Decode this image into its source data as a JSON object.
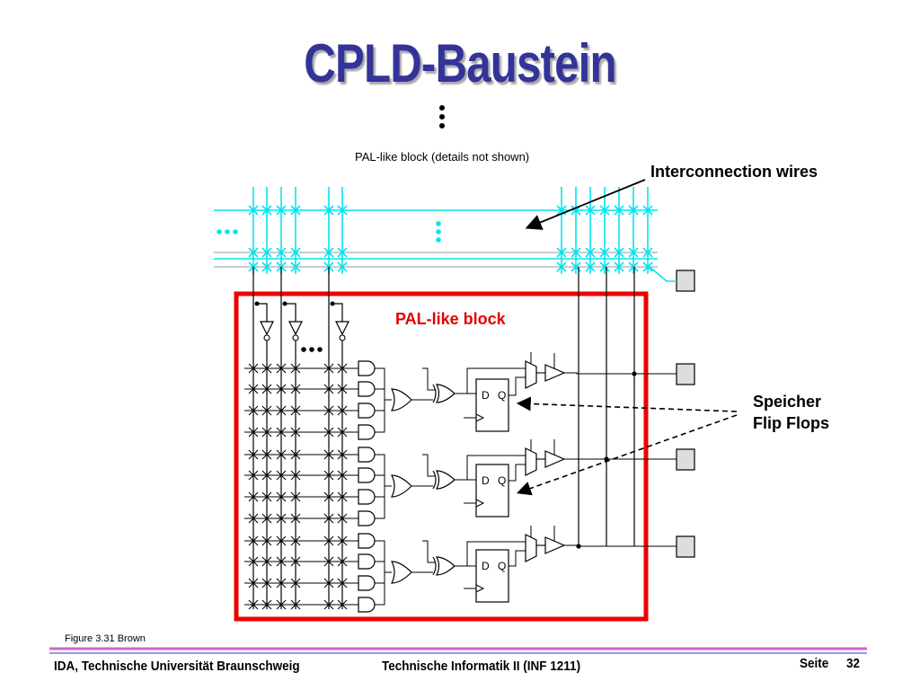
{
  "slide": {
    "title": "CPLD-Baustein"
  },
  "diagram": {
    "top_caption": "PAL-like block (details not shown)",
    "interconnect_label": "Interconnection wires",
    "pal_block_label": "PAL-like block",
    "storage_label_line1": "Speicher",
    "storage_label_line2": "Flip Flops",
    "ff_d": "D",
    "ff_q": "Q"
  },
  "figure_ref": "Figure 3.31 Brown",
  "footer": {
    "institution": "IDA, Technische Universität Braunschweig",
    "course": "Technische Informatik II (INF 1211)",
    "page_label": "Seite",
    "page_number": "32"
  },
  "colors": {
    "title": "#33339a",
    "wires": "#00e5ee",
    "pal_border": "#ee0000",
    "footer_rule": "#cc66cc"
  }
}
